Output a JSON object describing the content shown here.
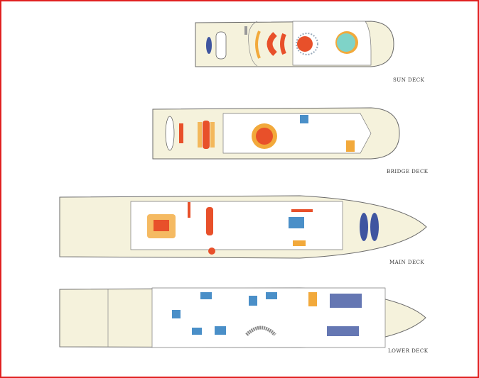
{
  "decks": [
    {
      "label": "SUN DECK"
    },
    {
      "label": "BRIDGE DECK"
    },
    {
      "label": "MAIN DECK"
    },
    {
      "label": "LOWER DECK"
    }
  ],
  "colors": {
    "border": "#e02020",
    "hull": "#f5f2dc",
    "furniture_red": "#e8502a",
    "furniture_orange": "#f2a93b",
    "bed_blue": "#4a8fc8",
    "craft_blue": "#3f55a0",
    "pool": "#7fd3c8"
  }
}
